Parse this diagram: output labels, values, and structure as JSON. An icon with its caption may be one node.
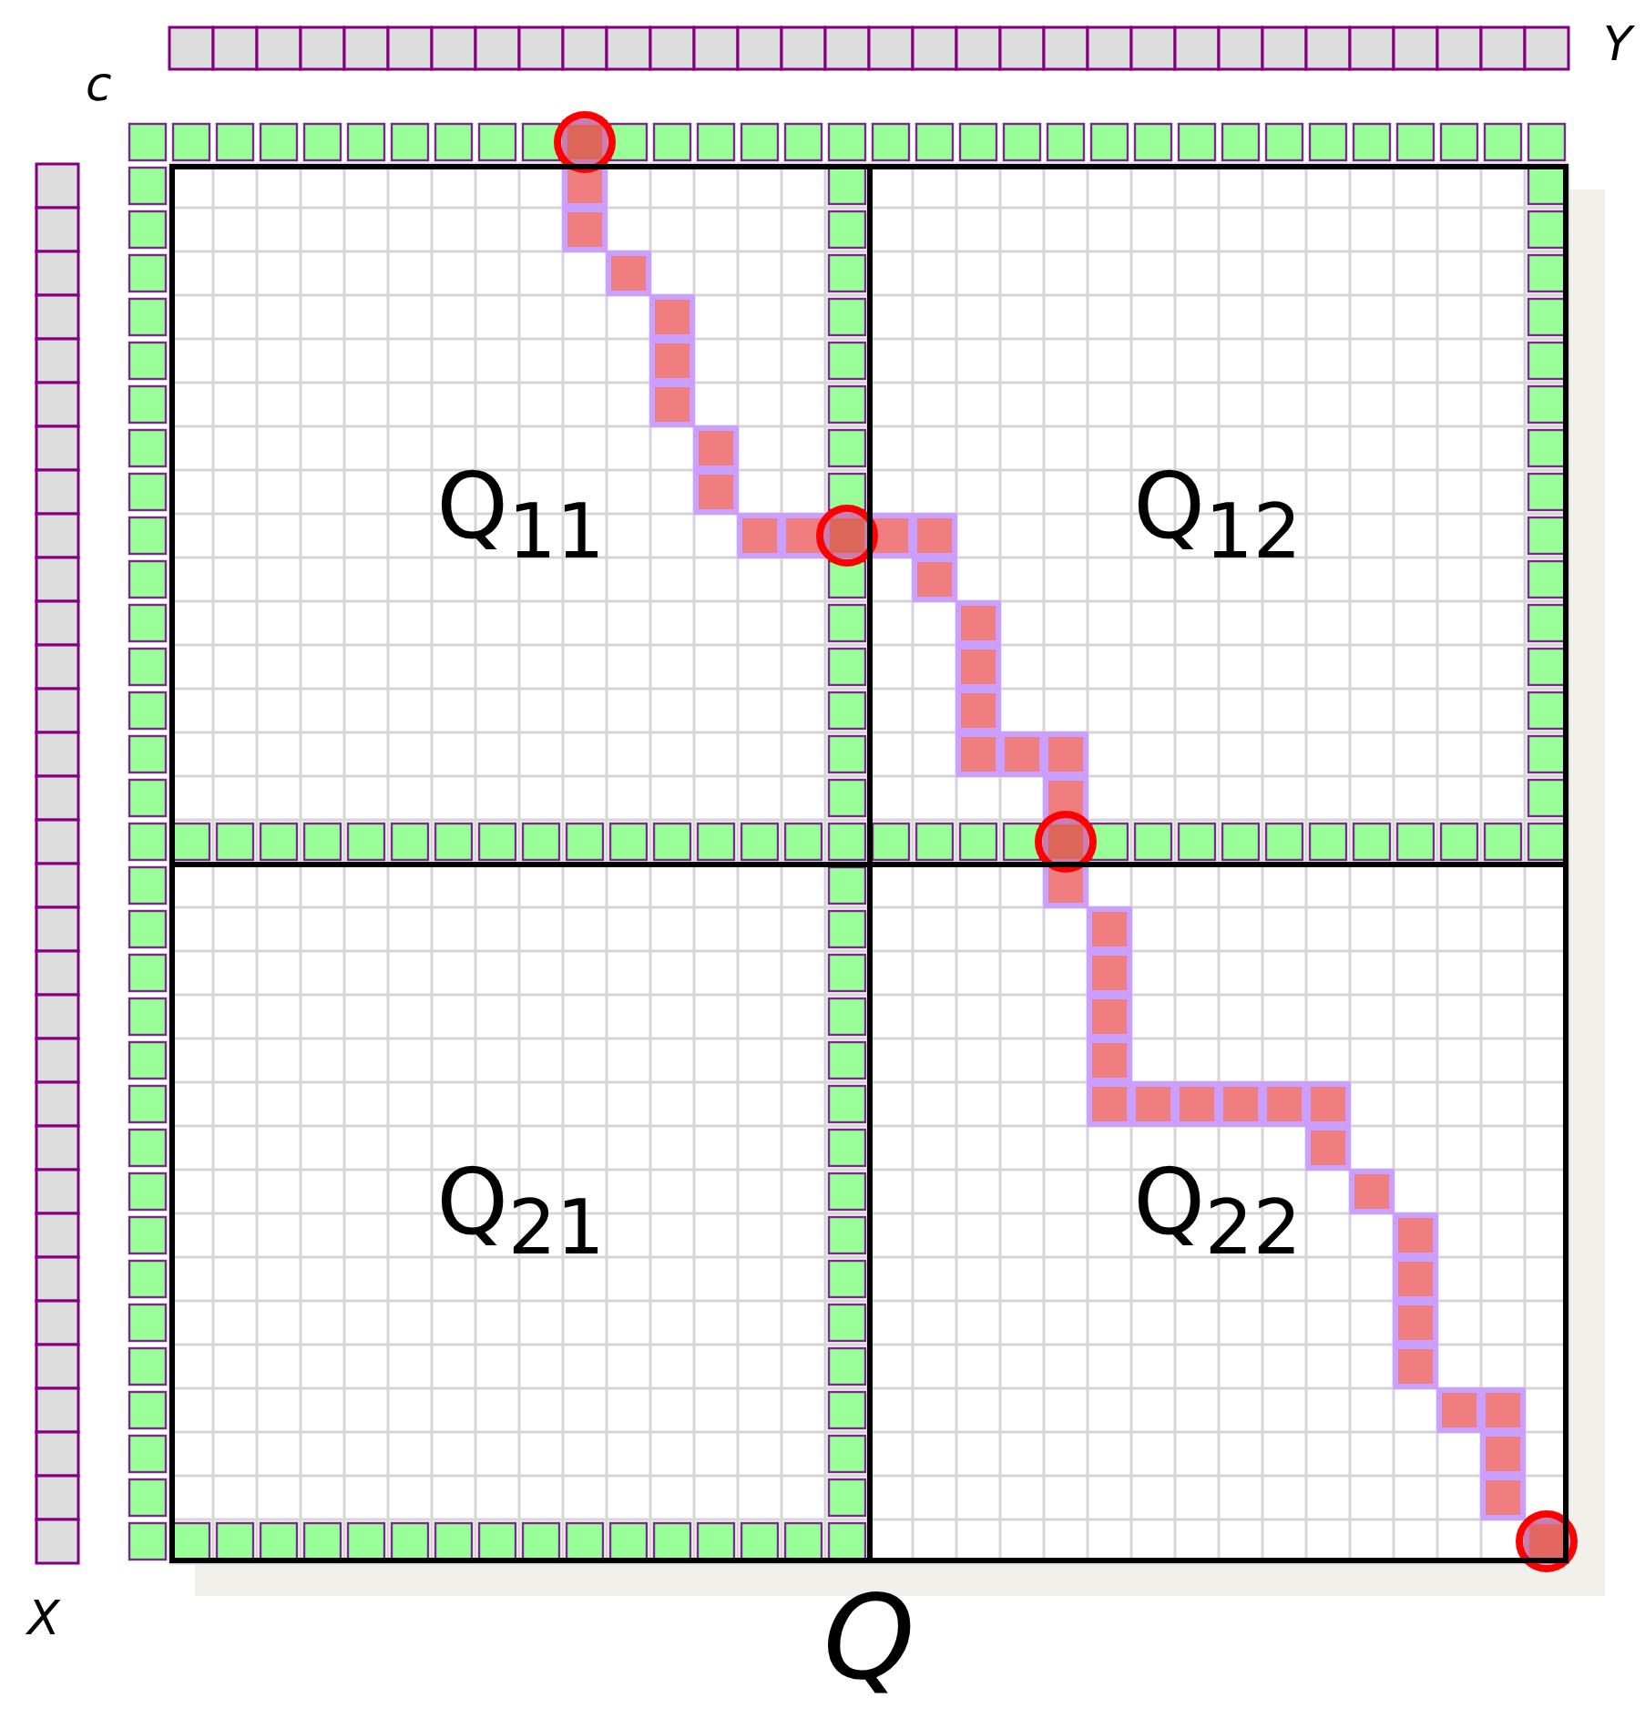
{
  "diagram": {
    "nodes": [
      {
        "text": [
          "Q"
        ]
      },
      {
        "text": [
          "Q$_{11}$"
        ],
        "in": 0
      },
      {
        "text": [
          "Q$_{12}$"
        ],
        "in": 0
      },
      {
        "text": [
          "Q$_{21}$"
        ],
        "in": 0
      },
      {
        "text": [
          "Q$_{22}$"
        ],
        "in": 0
      }
    ],
    "edges": [],
    "labels": [
      "Y",
      "c",
      "X"
    ]
  }
}
